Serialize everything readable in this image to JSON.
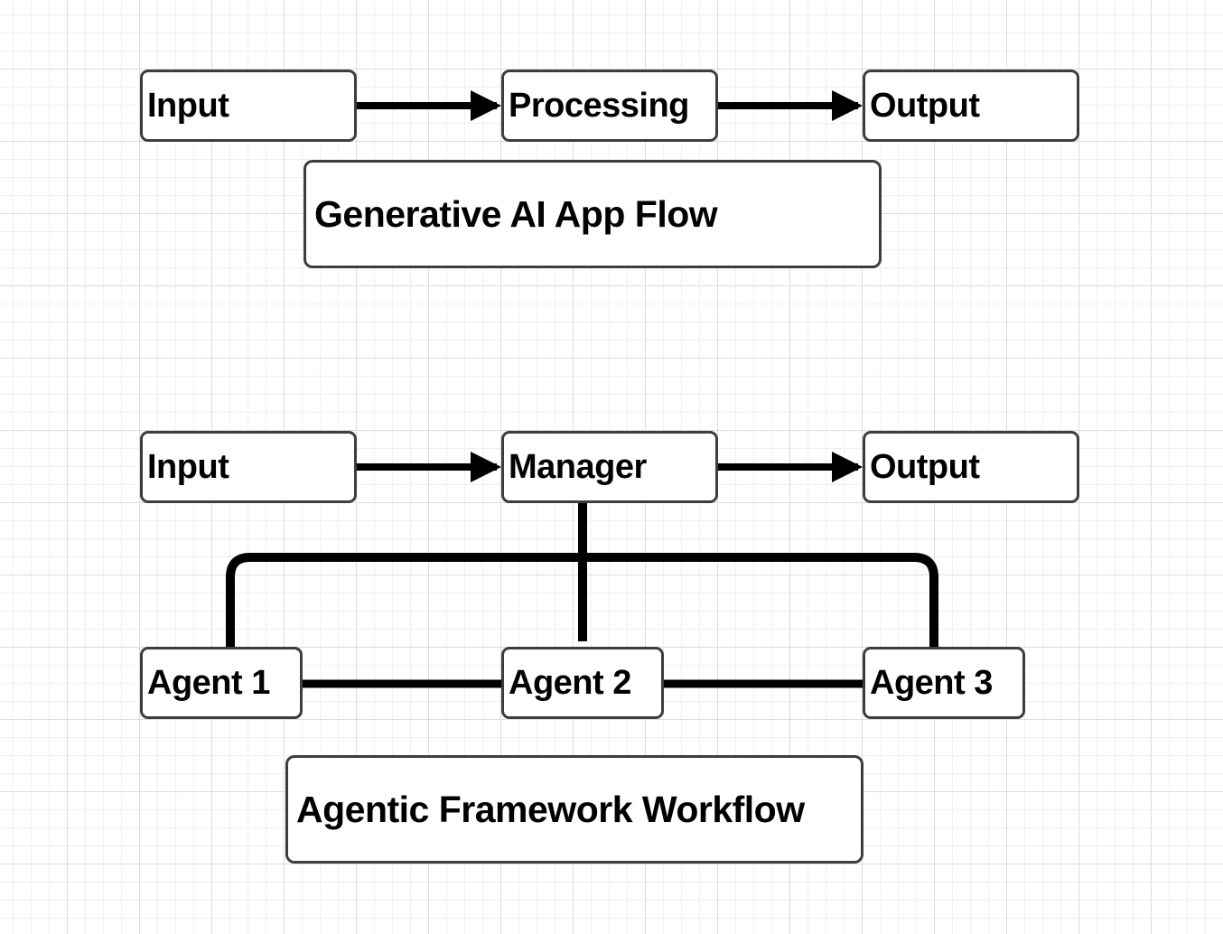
{
  "flow1": {
    "title": "Generative AI App Flow",
    "nodes": {
      "input": "Input",
      "processing": "Processing",
      "output": "Output"
    }
  },
  "flow2": {
    "title": "Agentic Framework Workflow",
    "nodes": {
      "input": "Input",
      "manager": "Manager",
      "output": "Output",
      "agent1": "Agent 1",
      "agent2": "Agent 2",
      "agent3": "Agent 3"
    }
  },
  "colors": {
    "edge": "#000000",
    "node_border": "#3d3d3d",
    "node_fill": "#ffffff",
    "text": "#000000",
    "canvas": "#ffffff",
    "grid_minor": "#f0f0f3",
    "grid_major": "#dcdcdc"
  }
}
